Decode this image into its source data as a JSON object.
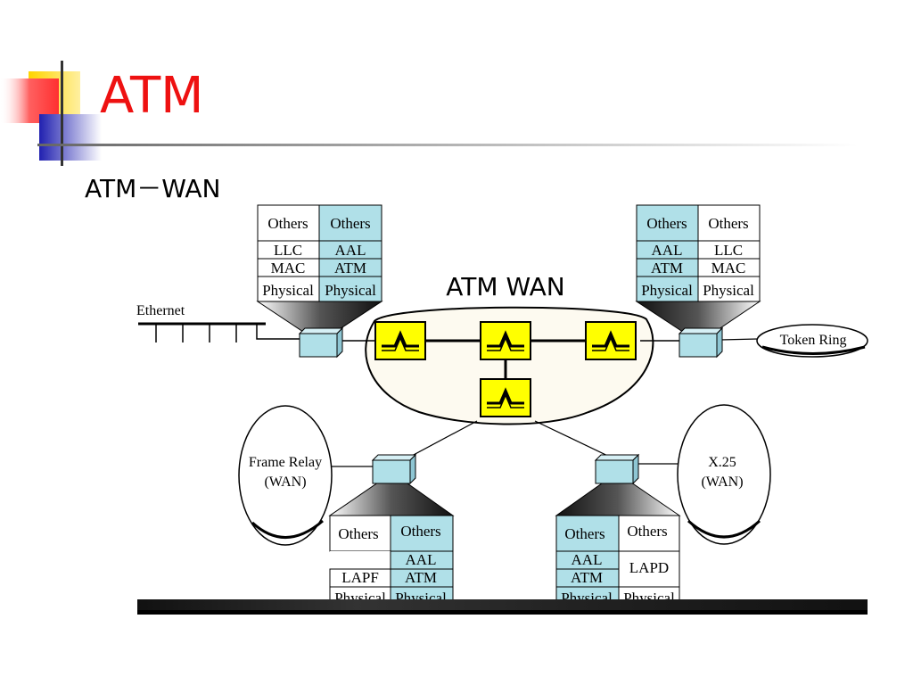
{
  "slide": {
    "title": "ATM",
    "subtitle": "ATM－WAN",
    "accent_color": "#ee1111"
  },
  "diagram": {
    "cloud_label": "ATM WAN",
    "ethernet_label": "Ethernet",
    "token_ring_label": "Token Ring",
    "frame_relay_label": [
      "Frame Relay",
      "(WAN)"
    ],
    "x25_label": [
      "X.25",
      "(WAN)"
    ],
    "stacks": {
      "top_left": {
        "left": [
          "Others",
          "LLC",
          "MAC",
          "Physical"
        ],
        "right": [
          "Others",
          "AAL",
          "ATM",
          "Physical"
        ]
      },
      "top_right": {
        "left": [
          "Others",
          "AAL",
          "ATM",
          "Physical"
        ],
        "right": [
          "Others",
          "LLC",
          "MAC",
          "Physical"
        ]
      },
      "bottom_left": {
        "left": [
          "Others",
          "LAPF",
          "Physical"
        ],
        "right": [
          "Others",
          "AAL",
          "ATM",
          "Physical"
        ]
      },
      "bottom_right": {
        "left": [
          "Others",
          "AAL",
          "ATM",
          "Physical"
        ],
        "right": [
          "Others",
          "LAPD",
          "Physical"
        ]
      }
    },
    "colors": {
      "atm_blue": "#b0e0e8",
      "switch_yellow": "#ffff00",
      "cloud_fill": "#fdfaf0"
    }
  }
}
